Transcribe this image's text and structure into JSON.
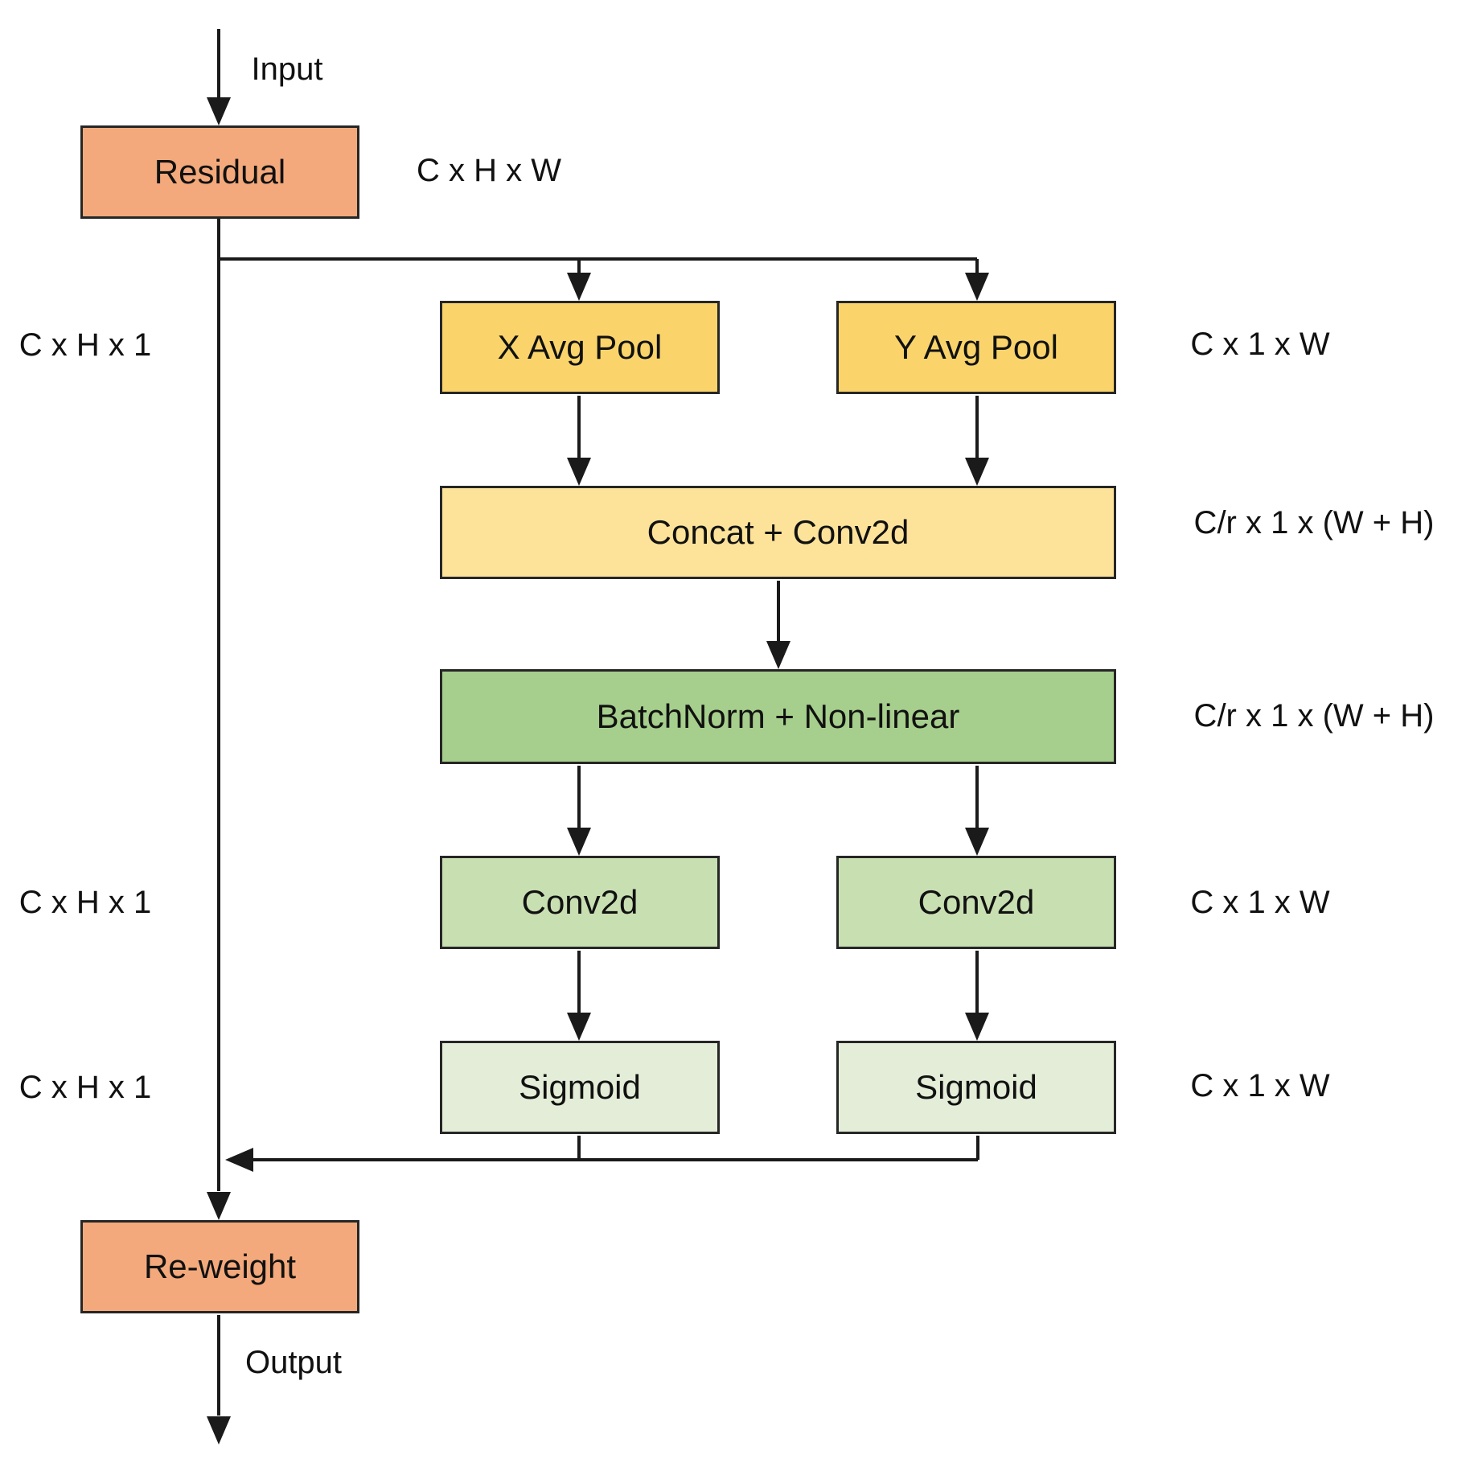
{
  "diagram_type": "flowchart",
  "flow": {
    "input_label": "Input",
    "output_label": "Output"
  },
  "nodes": {
    "residual": {
      "label": "Residual",
      "color": "#F3A97B"
    },
    "x_avg_pool": {
      "label": "X Avg Pool",
      "color": "#FAD46B"
    },
    "y_avg_pool": {
      "label": "Y Avg Pool",
      "color": "#FAD46B"
    },
    "concat_conv2d": {
      "label": "Concat + Conv2d",
      "color": "#FDE39A"
    },
    "batchnorm_nonlinear": {
      "label": "BatchNorm + Non-linear",
      "color": "#A6CE8C"
    },
    "conv2d_left": {
      "label": "Conv2d",
      "color": "#C8DFB2"
    },
    "conv2d_right": {
      "label": "Conv2d",
      "color": "#C8DFB2"
    },
    "sigmoid_left": {
      "label": "Sigmoid",
      "color": "#E3EDD7"
    },
    "sigmoid_right": {
      "label": "Sigmoid",
      "color": "#E3EDD7"
    },
    "re_weight": {
      "label": "Re-weight",
      "color": "#F3A97B"
    }
  },
  "dims": {
    "residual_out": "C x H x W",
    "pool_left": "C x H x 1",
    "pool_right": "C x 1 x W",
    "concat_out": "C/r x 1 x (W + H)",
    "batchnorm_out": "C/r x 1 x (W + H)",
    "conv_left": "C x H x 1",
    "conv_right": "C x 1 x W",
    "sigmoid_left": "C x H x 1",
    "sigmoid_right": "C x 1 x W"
  },
  "edges": [
    {
      "from": "input",
      "to": "residual"
    },
    {
      "from": "residual",
      "to": "x_avg_pool"
    },
    {
      "from": "residual",
      "to": "y_avg_pool"
    },
    {
      "from": "x_avg_pool",
      "to": "concat_conv2d"
    },
    {
      "from": "y_avg_pool",
      "to": "concat_conv2d"
    },
    {
      "from": "concat_conv2d",
      "to": "batchnorm_nonlinear"
    },
    {
      "from": "batchnorm_nonlinear",
      "to": "conv2d_left"
    },
    {
      "from": "batchnorm_nonlinear",
      "to": "conv2d_right"
    },
    {
      "from": "conv2d_left",
      "to": "sigmoid_left"
    },
    {
      "from": "conv2d_right",
      "to": "sigmoid_right"
    },
    {
      "from": "sigmoid_left",
      "to": "re_weight"
    },
    {
      "from": "sigmoid_right",
      "to": "re_weight"
    },
    {
      "from": "residual",
      "to": "re_weight"
    },
    {
      "from": "re_weight",
      "to": "output"
    }
  ],
  "colors": {
    "line": "#1a1a1a",
    "border": "#262626",
    "background": "#ffffff"
  }
}
